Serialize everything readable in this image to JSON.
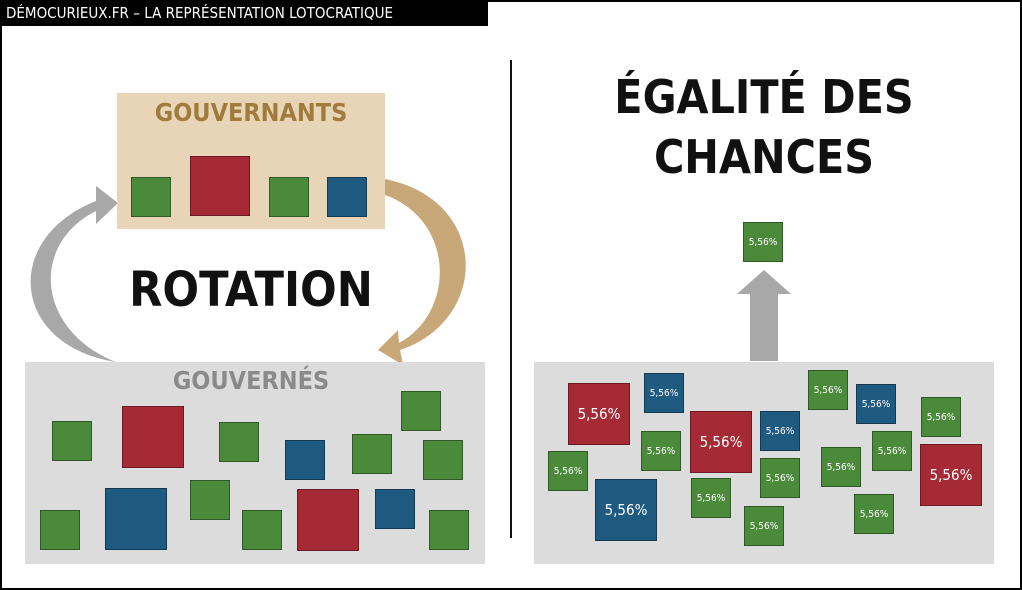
{
  "header": {
    "title": "DÉMOCURIEUX.FR – LA REPRÉSENTATION LOTOCRATIQUE"
  },
  "left": {
    "governors_label": "GOUVERNANTS",
    "governed_label": "GOUVERNÉS",
    "center_label": "ROTATION"
  },
  "right": {
    "title_line1": "ÉGALITÉ DES",
    "title_line2": "CHANCES",
    "probability_label": "5,56%"
  },
  "colors": {
    "green": "#4a8a3a",
    "red": "#a52a36",
    "blue": "#1f5a80",
    "governors_box": "#e8d5b8",
    "governors_text": "#a07c3c",
    "governed_box": "#dcdcdc",
    "governed_text": "#8a8a8a",
    "arrow_gray": "#a8a8a8",
    "arrow_tan": "#c8a878"
  }
}
